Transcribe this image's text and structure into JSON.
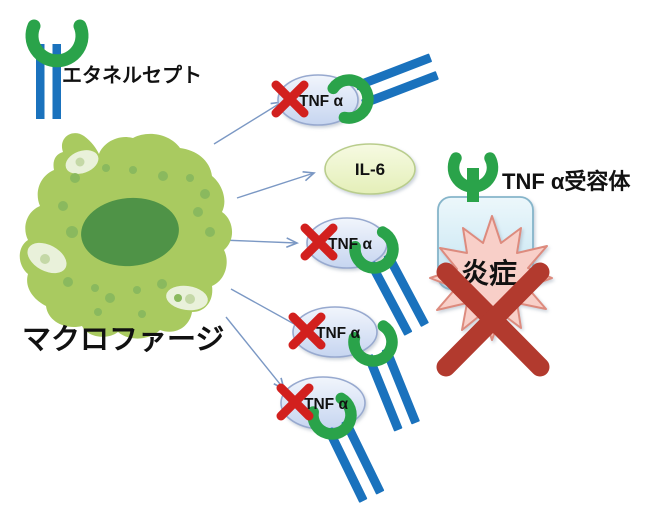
{
  "labels": {
    "etanercept": "エタネルセプト",
    "macrophage": "マクロファージ",
    "tnf_alpha": "TNF α",
    "il6": "IL-6",
    "tnf_receptor": "TNF α受容体",
    "inflammation": "炎症"
  },
  "colors": {
    "antibody_green": "#2aa34a",
    "antibody_blue": "#1a72bd",
    "x_red": "#d2201e",
    "big_x_red": "#b23a2e",
    "arrow": "#7b98c4",
    "tnf_oval_border": "#97a9cf",
    "il6_border": "#b9cd8c",
    "cell_border": "#86b5ca",
    "star_border": "#dd8b7e",
    "star_fill": "#f8cfc8",
    "macrophage_body": "#a9ca60",
    "macrophage_nucleus": "#4f9347",
    "text": "#111111"
  }
}
